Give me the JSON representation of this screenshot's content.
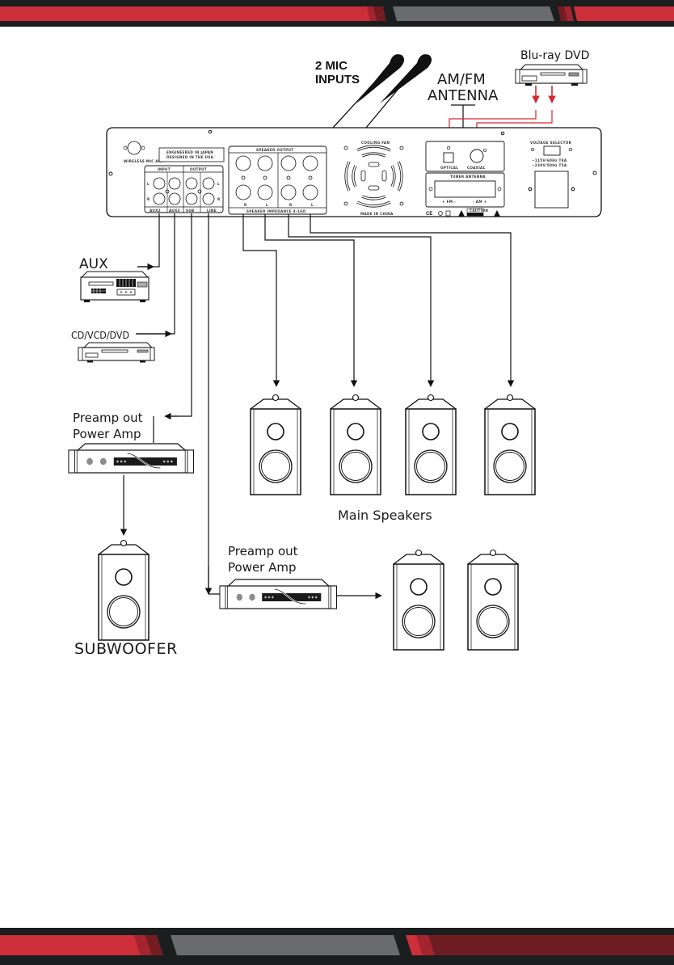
{
  "colors": {
    "band_dark": "#1b1e1f",
    "band_red": "#cc2f3a",
    "band_red_mid": "#a3242e",
    "band_red_dark": "#731c22",
    "band_gray": "#6a6b6c",
    "signal_red": "#d62630",
    "line": "#111111"
  },
  "labels": {
    "mic_inputs_line1": "2 MIC",
    "mic_inputs_line2": "INPUTS",
    "antenna_line1": "AM/FM",
    "antenna_line2": "ANTENNA",
    "bluray": "Blu-ray DVD",
    "aux": "AUX",
    "cd": "CD/VCD/DVD",
    "preamp1_line1": "Preamp out",
    "preamp1_line2": "Power Amp",
    "preamp2_line1": "Preamp out",
    "preamp2_line2": "Power Amp",
    "main_speakers": "Main Speakers",
    "subwoofer": "SUBWOOFER"
  },
  "panel": {
    "wireless_mic_ant": "WIRELESS MIC ANT",
    "engineered_line1": "ENGINEERED IN JAPAN",
    "engineered_line2": "DESIGNED IN THE USA",
    "input_header": "INPUT",
    "output_header": "OUTPUT",
    "jack_labels": [
      "AUX2",
      "AUX3",
      "SUB",
      "LINE"
    ],
    "channel_l": "L",
    "channel_r": "R",
    "speaker_output_header": "SPEAKER OUTPUT",
    "speaker_impedance": "SPEAKER IMPEDANCE 4-16Ω",
    "speaker_terminal_labels": [
      "R",
      "L",
      "R",
      "L"
    ],
    "cooling_fan": "COOLING FAN",
    "made_in": "MADE IN CHINA",
    "optical": "OPTICAL",
    "coaxial": "COAXIAL",
    "tuner_antenna": "TUNER ANTENNA",
    "fm": "+ FM -",
    "am": "- AM +",
    "ce_mark": "CE",
    "caution": "CAUTION",
    "voltage_selector": "VOLTAGE SELECTOR",
    "voltage_line1": "~115V/60Hz T8A",
    "voltage_line2": "~230V/50Hz T5A"
  }
}
